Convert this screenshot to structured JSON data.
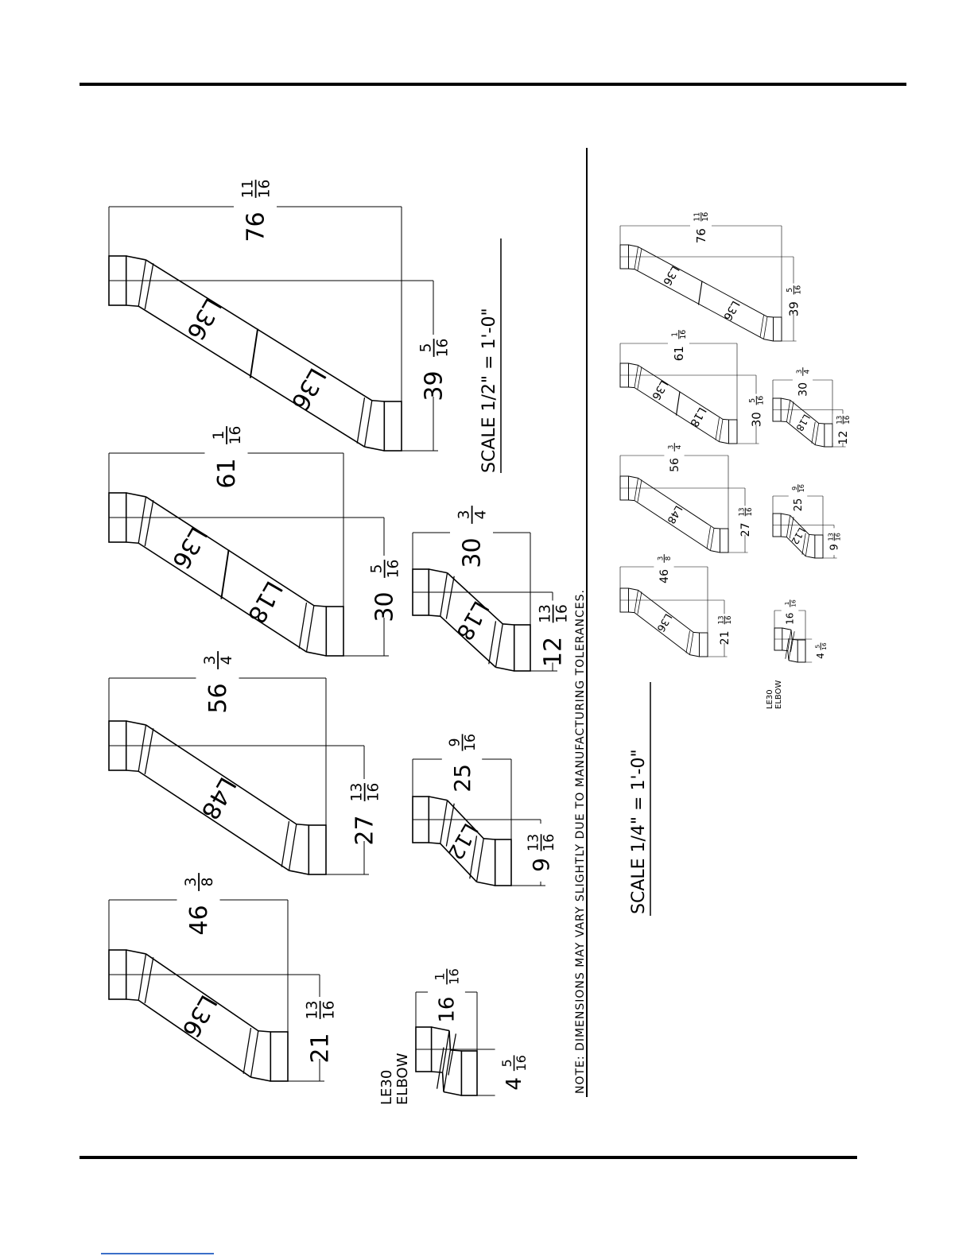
{
  "note": "NOTE: DIMENSIONS MAY VARY SLIGHTLY DUE TO MANUFACTURING TOLERANCES.",
  "scale_large": "SCALE 1/2\" = 1'-0\"",
  "scale_small": "SCALE 1/4\" = 1'-0\"",
  "elbow_label": {
    "line1": "LE30",
    "line2": "ELBOW"
  },
  "diagrams": [
    {
      "id": "a",
      "sections": [
        {
          "label": "L36"
        },
        {
          "label": "L36"
        }
      ],
      "width": {
        "w": "76",
        "n": "11",
        "d": "16"
      },
      "offset": {
        "w": "39",
        "n": "5",
        "d": "16"
      }
    },
    {
      "id": "b",
      "sections": [
        {
          "label": "L36"
        },
        {
          "label": "L18"
        }
      ],
      "width": {
        "w": "61",
        "n": "1",
        "d": "16"
      },
      "offset": {
        "w": "30",
        "n": "5",
        "d": "16"
      }
    },
    {
      "id": "c",
      "sections": [
        {
          "label": "L48"
        }
      ],
      "width": {
        "w": "56",
        "n": "3",
        "d": "4"
      },
      "offset": {
        "w": "27",
        "n": "13",
        "d": "16"
      }
    },
    {
      "id": "d",
      "sections": [
        {
          "label": "L36"
        }
      ],
      "width": {
        "w": "46",
        "n": "3",
        "d": "8"
      },
      "offset": {
        "w": "21",
        "n": "13",
        "d": "16"
      }
    },
    {
      "id": "e",
      "sections": [
        {
          "label": "L18"
        }
      ],
      "width": {
        "w": "30",
        "n": "3",
        "d": "4"
      },
      "offset": {
        "w": "12",
        "n": "13",
        "d": "16"
      }
    },
    {
      "id": "f",
      "sections": [
        {
          "label": "L12"
        }
      ],
      "width": {
        "w": "25",
        "n": "9",
        "d": "16"
      },
      "offset": {
        "w": "9",
        "n": "13",
        "d": "16"
      }
    },
    {
      "id": "g",
      "sections": [],
      "width": {
        "w": "16",
        "n": "1",
        "d": "16"
      },
      "offset": {
        "w": "4",
        "n": "5",
        "d": "16"
      }
    }
  ]
}
